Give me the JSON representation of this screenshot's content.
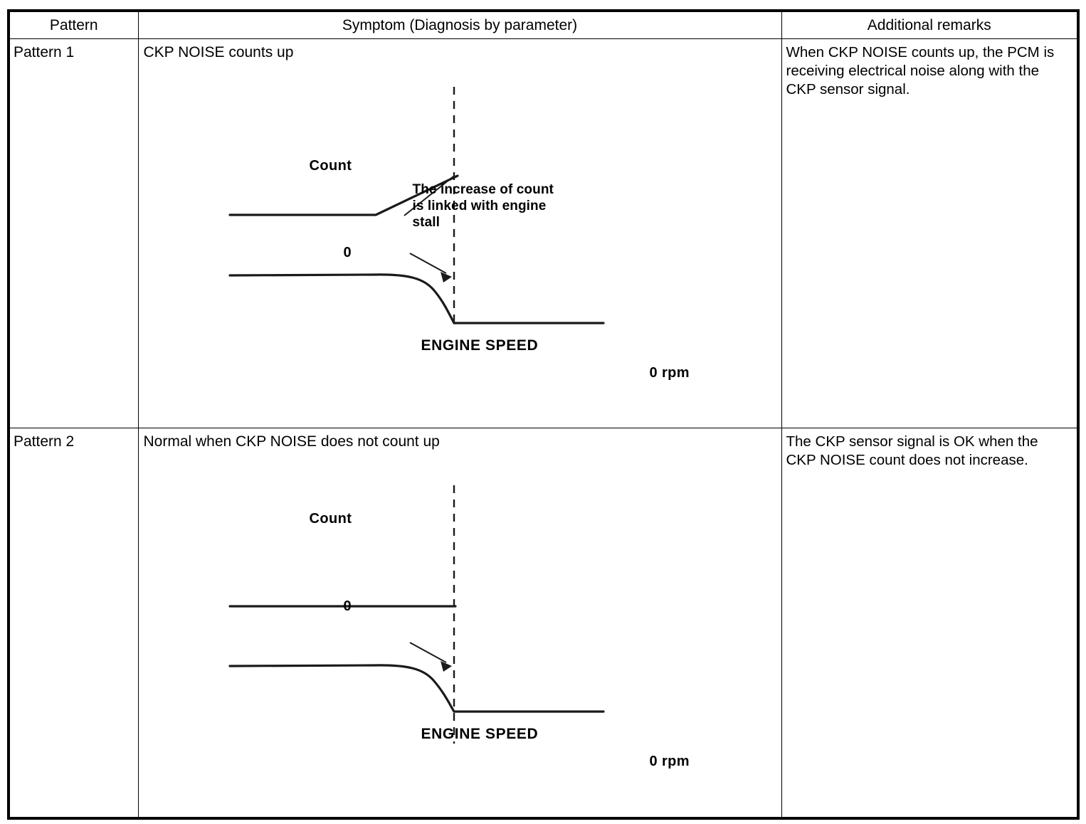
{
  "table": {
    "headers": [
      {
        "label": "Pattern"
      },
      {
        "label": "Symptom (Diagnosis by parameter)"
      },
      {
        "label": "Additional remarks"
      }
    ],
    "rows": [
      {
        "pattern": "Pattern 1",
        "symptom": "CKP NOISE counts up",
        "remarks": "When CKP NOISE counts up, the PCM is receiving electrical noise along with the CKP sensor signal."
      },
      {
        "pattern": "Pattern 2",
        "symptom": "Normal when CKP NOISE does not count up",
        "remarks": "The CKP sensor signal is OK when the CKP NOISE count does not increase."
      }
    ]
  },
  "diagrams": {
    "pattern1": {
      "count_axis_label": "Count",
      "zero_label": "0",
      "annotation": "The increase of count\nis linked with engine\nstall",
      "engine_speed_label": "ENGINE SPEED",
      "rpm_label": "0 rpm"
    },
    "pattern2": {
      "count_axis_label": "Count",
      "zero_label": "0",
      "engine_speed_label": "ENGINE SPEED",
      "rpm_label": "0 rpm"
    }
  },
  "chart_data": [
    {
      "type": "line",
      "title": "Pattern 1 — CKP NOISE counts up",
      "xlabel": "",
      "ylabel": "Count / Engine speed",
      "grid": false,
      "legend": "none",
      "annotations": [
        {
          "text": "The increase of count is linked with engine stall",
          "target": "count"
        },
        {
          "text": "ENGINE SPEED",
          "target": "engine-speed"
        },
        {
          "text": "0 rpm",
          "target": "engine-speed-floor"
        },
        {
          "text": "Count",
          "target": "y-axis"
        },
        {
          "text": "0",
          "target": "count-baseline"
        }
      ],
      "stall_marker": {
        "type": "vertical-dashed-line",
        "label": "engine stall"
      },
      "series": [
        {
          "name": "CKP NOISE count",
          "shape": "flat-then-rising-ramp",
          "points": [
            {
              "x": 0,
              "y": 0
            },
            {
              "x": 65,
              "y": 0
            },
            {
              "x": 100,
              "y": 18
            }
          ]
        },
        {
          "name": "Engine speed",
          "shape": "flat-then-decay-to-zero",
          "points": [
            {
              "x": 0,
              "y": 100
            },
            {
              "x": 42,
              "y": 100
            },
            {
              "x": 72,
              "y": 92
            },
            {
              "x": 100,
              "y": 0
            },
            {
              "x": 160,
              "y": 0
            }
          ]
        }
      ]
    },
    {
      "type": "line",
      "title": "Pattern 2 — Normal when CKP NOISE does not count up",
      "xlabel": "",
      "ylabel": "Count / Engine speed",
      "grid": false,
      "legend": "none",
      "annotations": [
        {
          "text": "ENGINE SPEED",
          "target": "engine-speed"
        },
        {
          "text": "0 rpm",
          "target": "engine-speed-floor"
        },
        {
          "text": "Count",
          "target": "y-axis"
        },
        {
          "text": "0",
          "target": "count-baseline"
        }
      ],
      "stall_marker": {
        "type": "vertical-dashed-line",
        "label": "engine stall"
      },
      "series": [
        {
          "name": "CKP NOISE count",
          "shape": "flat",
          "points": [
            {
              "x": 0,
              "y": 0
            },
            {
              "x": 100,
              "y": 0
            }
          ]
        },
        {
          "name": "Engine speed",
          "shape": "flat-then-decay-to-zero",
          "points": [
            {
              "x": 0,
              "y": 100
            },
            {
              "x": 42,
              "y": 100
            },
            {
              "x": 72,
              "y": 92
            },
            {
              "x": 100,
              "y": 0
            },
            {
              "x": 160,
              "y": 0
            }
          ]
        }
      ]
    }
  ],
  "colors": {
    "ink": "#000000",
    "background": "#ffffff",
    "curve": "#222222"
  }
}
